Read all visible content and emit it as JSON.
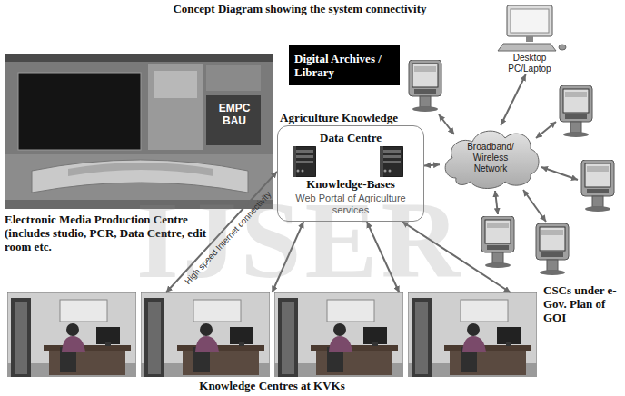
{
  "diagram": {
    "title": "Concept Diagram showing the system connectivity",
    "nodes": [
      {
        "text": [
          "EMPC BAU",
          "Electronic Media Production Centre (includes studio, PCR, Data Centre, edit room etc."
        ]
      },
      {
        "text": [
          "Digital Archives / Library"
        ]
      },
      {
        "text": [
          "Agriculture Knowledge",
          "Data Centre",
          "Knowledge-Bases",
          "Web Portal of Agriculture services"
        ]
      },
      {
        "text": [
          "Broadband/ Wireless Network"
        ]
      },
      {
        "text": [
          "Desktop PC/Laptop"
        ]
      },
      {
        "text": [
          "Knowledge Centres at KVKs"
        ]
      }
    ],
    "edges": [
      {
        "from": 2,
        "to": 5,
        "arrow": "both",
        "label": "High speed Internet connectivity"
      },
      {
        "from": 2,
        "to": 5,
        "arrow": "both"
      },
      {
        "from": 2,
        "to": 5,
        "arrow": "both"
      },
      {
        "from": 2,
        "to": 5,
        "arrow": "both"
      },
      {
        "from": 2,
        "to": 3,
        "arrow": "both"
      },
      {
        "from": 3,
        "to": 4,
        "arrow": "both"
      }
    ],
    "labels": [
      "CSCs under e-Gov. Plan of GOI",
      "IJSER"
    ]
  }
}
